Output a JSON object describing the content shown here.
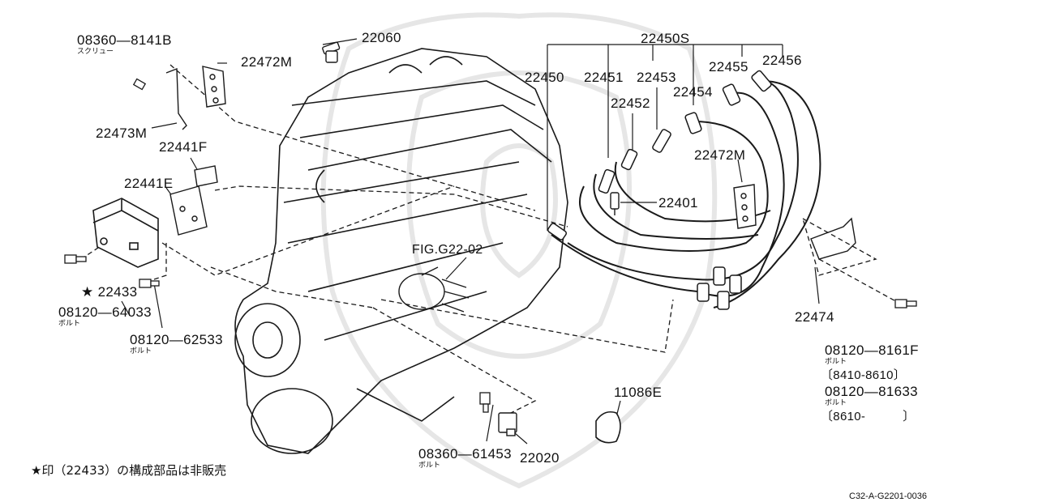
{
  "diagram": {
    "top_labels": {
      "screw_part": "08360—8141B",
      "screw_caption": "スクリュー",
      "p22472M_top": "22472M",
      "p22473M": "22473M",
      "p22060": "22060",
      "p22450S": "22450S",
      "p22450": "22450",
      "p22451": "22451",
      "p22453": "22453",
      "p22452": "22452",
      "p22454": "22454",
      "p22455": "22455",
      "p22456": "22456"
    },
    "mid_labels": {
      "p22441F": "22441F",
      "p22441E": "22441E",
      "p22472M_right": "22472M",
      "p22401": "22401",
      "fig_ref": "FIG.G22-02",
      "p22433": "★ 22433",
      "bolt_64033": "08120—64033",
      "bolt_caption_1": "ボルト",
      "bolt_62533": "08120—62533",
      "bolt_caption_2": "ボルト",
      "p22474": "22474"
    },
    "right_notes": {
      "bolt_8161F": "08120—8161F",
      "bolt_caption_3": "ボルト",
      "range_1": "〔8410-8610〕",
      "bolt_81633": "08120—81633",
      "bolt_caption_4": "ボルト",
      "range_2": "〔8610-　　　〕"
    },
    "bottom_labels": {
      "p11086E": "11086E",
      "bolt_61453": "08360—61453",
      "bolt_caption_5": "ボルト",
      "p22020": "22020",
      "footnote": "★印（22433）の構成部品は非販売",
      "drawing_code": "C32-A-G2201-0036"
    }
  }
}
